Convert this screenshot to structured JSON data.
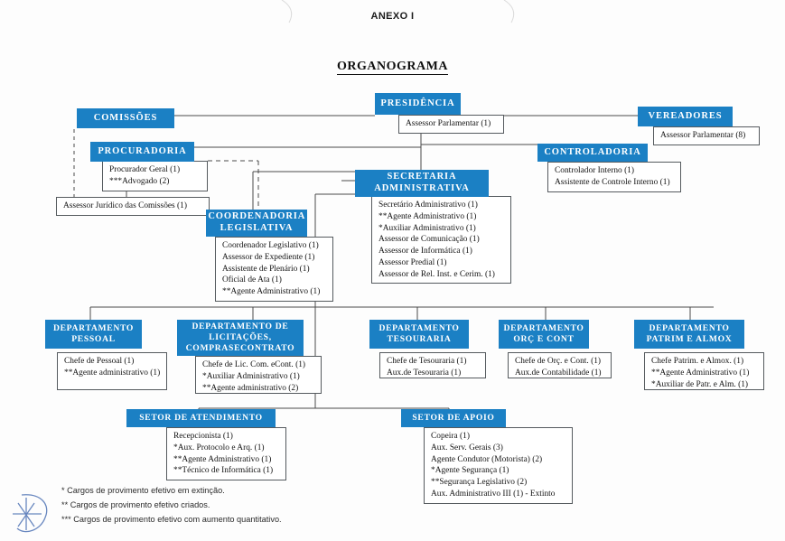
{
  "document": {
    "annex_label": "ANEXO I",
    "title": "ORGANOGRAMA"
  },
  "colors": {
    "header_blue": "#1b80c4",
    "header_text": "#ffffff",
    "box_border": "#555a5e",
    "body_text": "#131313"
  },
  "nodes": {
    "presidencia": {
      "title": "PRESIDÊNCIA",
      "items": [
        "Assessor Parlamentar (1)"
      ]
    },
    "comissoes": {
      "title": "COMISSÕES",
      "items": [
        "Assessor Jurídico das Comissões (1)"
      ]
    },
    "vereadores": {
      "title": "VEREADORES",
      "items": [
        "Assessor Parlamentar (8)"
      ]
    },
    "procuradoria": {
      "title": "PROCURADORIA",
      "items": [
        "Procurador Geral (1)",
        "***Advogado (2)"
      ]
    },
    "controladoria": {
      "title": "CONTROLADORIA",
      "items": [
        "Controlador Interno (1)",
        "Assistente de Controle Interno (1)"
      ]
    },
    "secretaria_administrativa": {
      "title": "SECRETARIA ADMINISTRATIVA",
      "items": [
        "Secretário Administrativo (1)",
        "**Agente Administrativo (1)",
        "*Auxiliar Administrativo (1)",
        "Assessor de Comunicação (1)",
        "Assessor de Informática (1)",
        "Assessor Predial (1)",
        "Assessor de Rel. Inst. e Cerim. (1)"
      ]
    },
    "coordenadoria_legislativa": {
      "title": "COORDENADORIA LEGISLATIVA",
      "items": [
        "Coordenador Legislativo (1)",
        "Assessor de Expediente (1)",
        "Assistente de Plenário (1)",
        "Oficial de Ata (1)",
        "**Agente Administrativo (1)"
      ]
    },
    "dep_pessoal": {
      "title": "DEPARTAMENTO PESSOAL",
      "items": [
        "Chefe de Pessoal (1)",
        "**Agente administrativo (1)"
      ]
    },
    "dep_licitacoes": {
      "title": "DEPARTAMENTO DE LICITAÇÕES, COMPRASECONTRATO",
      "items": [
        "Chefe de Lic. Com. eCont. (1)",
        "*Auxiliar Administrativo (1)",
        "**Agente administrativo (2)"
      ]
    },
    "dep_tesouraria": {
      "title": "DEPARTAMENTO TESOURARIA",
      "items": [
        "Chefe de Tesouraria (1)",
        "Aux.de Tesouraria (1)"
      ]
    },
    "dep_orc_cont": {
      "title": "DEPARTAMENTO ORÇ E CONT",
      "items": [
        "Chefe de Orç. e Cont. (1)",
        "Aux.de Contabilidade (1)"
      ]
    },
    "dep_patrim_almox": {
      "title": "DEPARTAMENTO PATRIM E ALMOX",
      "items": [
        "Chefe Patrim. e Almox. (1)",
        "**Agente Administrativo (1)",
        "*Auxiliar de Patr. e Alm. (1)"
      ]
    },
    "setor_atendimento": {
      "title": "SETOR DE ATENDIMENTO",
      "items": [
        "Recepcionista (1)",
        "*Aux. Protocolo e Arq. (1)",
        "**Agente Administrativo (1)",
        "**Técnico de Informática (1)"
      ]
    },
    "setor_apoio": {
      "title": "SETOR DE APOIO",
      "items": [
        "Copeira (1)",
        "Aux. Serv. Gerais (3)",
        "Agente Condutor (Motorista) (2)",
        "*Agente Segurança (1)",
        "**Segurança Legislativo (2)",
        "Aux. Administrativo III (1) - Extinto"
      ]
    }
  },
  "footnotes": [
    "* Cargos de provimento efetivo em extinção.",
    "** Cargos de provimento efetivo criados.",
    "*** Cargos de provimento efetivo com aumento quantitativo."
  ]
}
